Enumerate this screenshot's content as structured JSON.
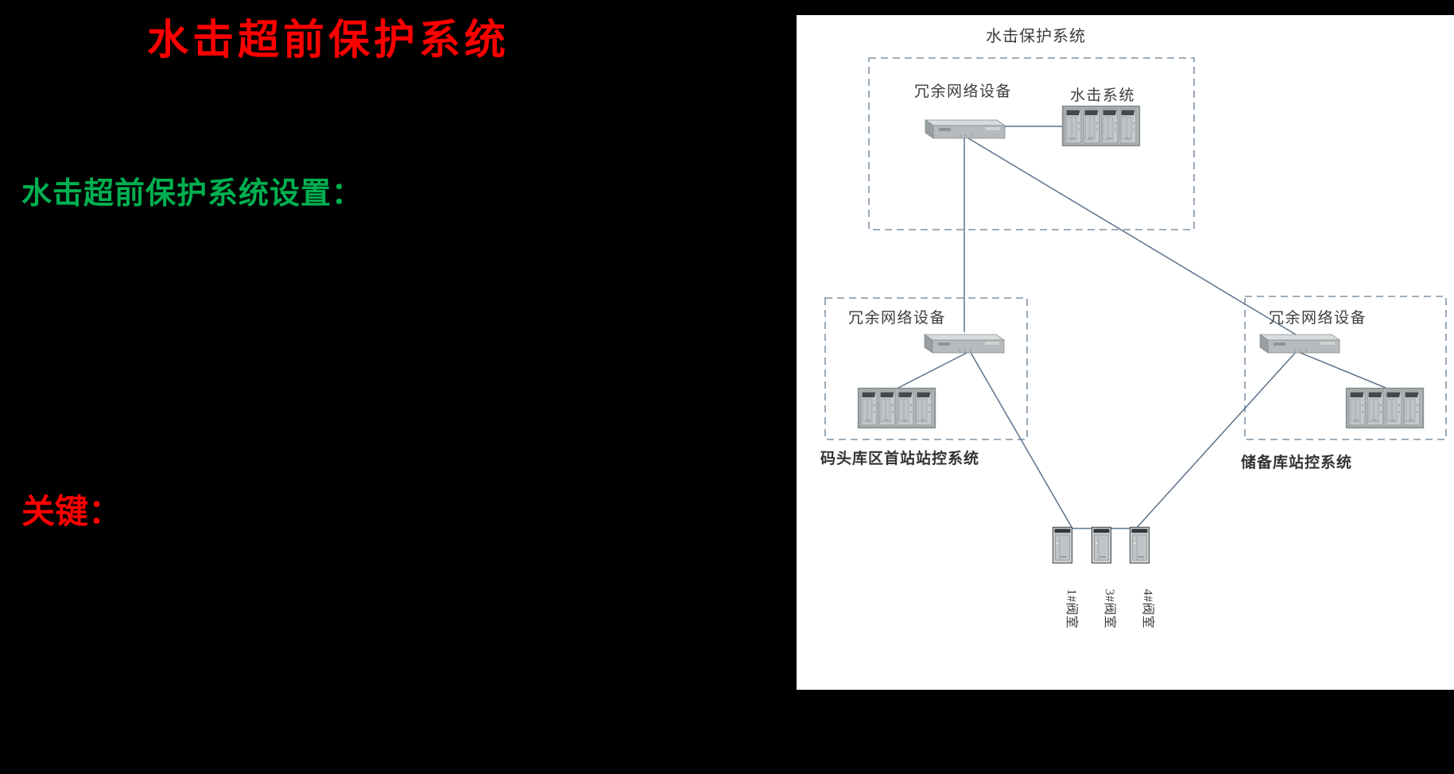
{
  "slide": {
    "title": "水击超前保护系统",
    "section_heading": "水击超前保护系统设置：",
    "key_heading": "关键：",
    "colors": {
      "background": "#000000",
      "title": "#FF0000",
      "section_heading": "#00B050",
      "key_heading": "#FF0000"
    }
  },
  "diagram": {
    "title": "水击保护系统",
    "top_group": {
      "switch_label": "冗余网络设备",
      "rack_label": "水击系统"
    },
    "left_group": {
      "switch_label": "冗余网络设备",
      "caption": "码头库区首站站控系统"
    },
    "right_group": {
      "switch_label": "冗余网络设备",
      "caption": "储备库站控系统"
    },
    "valve_rooms": [
      "1#阀室",
      "3#阀室",
      "4#阀室"
    ],
    "colors": {
      "panel_background": "#FFFFFF",
      "connection_line": "#5C728A",
      "dashed_border": "#7E93A6",
      "label_text": "#3D3D3D",
      "device_gray": "#B7BBBD"
    }
  }
}
